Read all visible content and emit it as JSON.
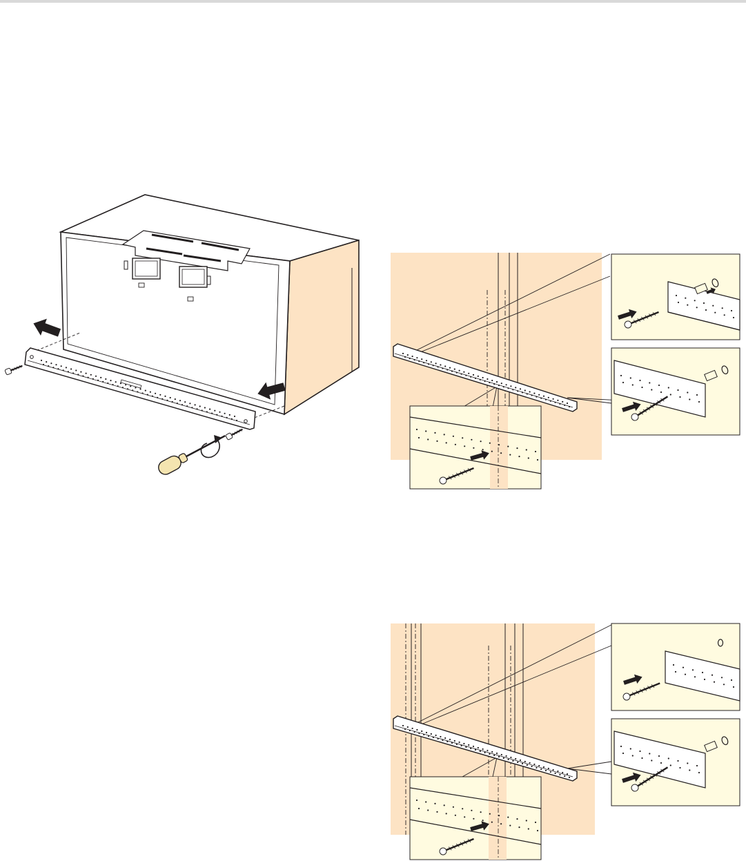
{
  "colors": {
    "page_background": "#ffffff",
    "top_rule": "#d9d9d9",
    "wall_shade": "#fde3c4",
    "wall_shade_dark": "#f9d2a8",
    "inset_background": "#fffbe0",
    "cabinet_side": "#fde3c4",
    "cabinet_front": "#ffffff",
    "line": "#231f20",
    "handle": "#f4e4b0"
  },
  "icons": [
    "push-arrow-icon",
    "wood-screw-icon",
    "wall-anchor-icon",
    "screwdriver-icon",
    "rotation-arrow-icon"
  ],
  "figures": [
    {
      "id": "cabinet-bracket-removal",
      "caption": ""
    },
    {
      "id": "bracket-mounted-wall-with-anchors",
      "caption": ""
    },
    {
      "id": "bracket-mounted-wall-with-studs",
      "caption": ""
    }
  ]
}
